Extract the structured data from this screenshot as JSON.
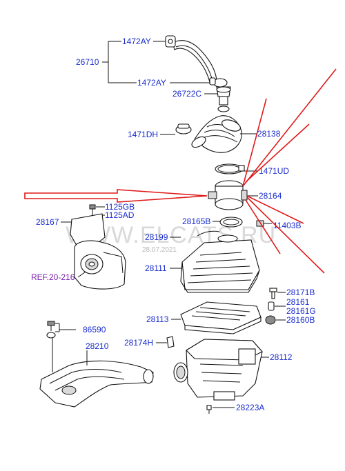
{
  "watermark": {
    "text": "WWW.ELCATS.RU",
    "date": "28.07.2021"
  },
  "labels": {
    "p1472ay_top": "1472AY",
    "p26710": "26710",
    "p1472ay_bottom": "1472AY",
    "p26722c": "26722C",
    "p1471dh": "1471DH",
    "p28138": "28138",
    "p1471ud": "1471UD",
    "p28164": "28164",
    "p1125gb": "1125GB",
    "p1125ad": "1125AD",
    "p28167": "28167",
    "p28165b": "28165B",
    "p11403b": "11403B",
    "p28199": "28199",
    "p28111": "28111",
    "ref": "REF.20-216",
    "p28171b": "28171B",
    "p28161": "28161",
    "p28161g": "28161G",
    "p28160b": "28160B",
    "p28113": "28113",
    "p86590": "86590",
    "p28210": "28210",
    "p28174h": "28174H",
    "p28112": "28112",
    "p28223a": "28223A"
  },
  "colors": {
    "label": "#1a2ccf",
    "reference": "#7a1fb0",
    "annotation_arrows": "#e01818"
  },
  "icons": [
    "hose-pipe",
    "hose-clamp",
    "intake-hose",
    "air-flow-sensor",
    "bracket",
    "air-cleaner-cover",
    "air-filter-element",
    "air-cleaner-body",
    "air-duct",
    "bolt",
    "grommet",
    "clip"
  ]
}
